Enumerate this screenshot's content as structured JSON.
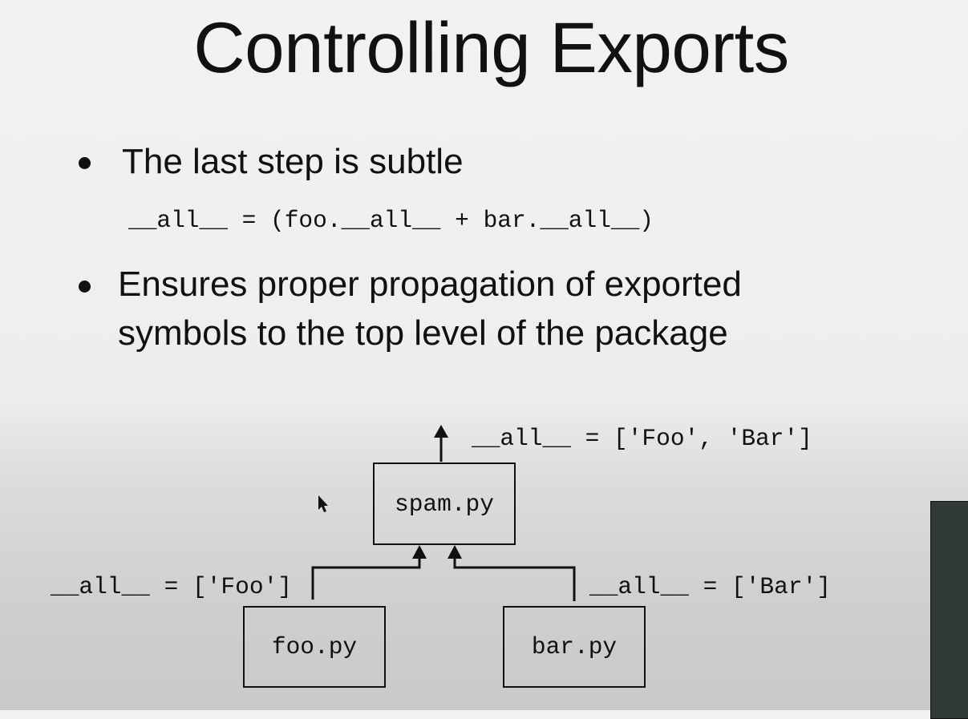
{
  "slide": {
    "title": "Controlling Exports",
    "bullets": [
      {
        "text": "The last step is subtle",
        "code": "__all__ = (foo.__all__ + bar.__all__)"
      },
      {
        "lines": [
          "Ensures proper propagation of exported",
          "symbols to the top level of the package"
        ]
      }
    ],
    "diagram": {
      "top": {
        "file": "spam.py",
        "label": "__all__ = ['Foo', 'Bar']"
      },
      "left": {
        "file": "foo.py",
        "label": "__all__ = ['Foo']"
      },
      "right": {
        "file": "bar.py",
        "label": "__all__ = ['Bar']"
      }
    }
  }
}
